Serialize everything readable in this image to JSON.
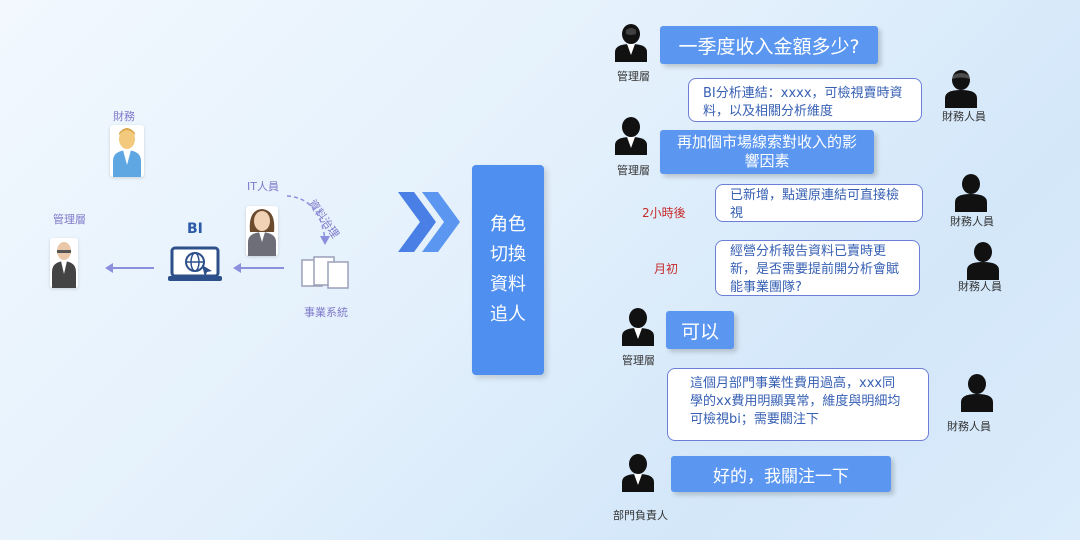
{
  "left": {
    "finance_label": "財務",
    "mgmt_label": "管理層",
    "it_label": "IT人員",
    "bi_label": "BI",
    "biz_system_label": "事業系統",
    "data_process_label": "資料治理"
  },
  "role_box": {
    "lines": [
      "角色",
      "切換",
      "資料",
      "追人"
    ]
  },
  "chat": {
    "q1": {
      "speaker": "管理層",
      "text": "一季度收入金額多少?"
    },
    "a1": {
      "speaker": "財務人員",
      "text": "BI分析連結：xxxx，可檢視賣時資料，以及相關分析維度"
    },
    "q2": {
      "speaker": "管理層",
      "text": "再加個市場線索對收入的影響因素"
    },
    "a2": {
      "speaker": "財務人員",
      "time": "2小時後",
      "text": "已新增，點選原連結可直接檢視"
    },
    "a3": {
      "speaker": "財務人員",
      "time": "月初",
      "text": "經營分析報告資料已賣時更新，是否需要提前開分析會賦能事業團隊?"
    },
    "q3": {
      "speaker": "管理層",
      "text": "可以"
    },
    "a4": {
      "speaker": "財務人員",
      "text": "這個月部門事業性費用過高，xxx同學的xx費用明顯異常，維度與明細均可檢視bi；需要關注下"
    },
    "q4": {
      "speaker": "部門負責人",
      "text": "好的，我關注一下"
    }
  },
  "colors": {
    "accent": "#5b97f0",
    "arrow": "#8b8fdc",
    "time": "#c62b2b"
  }
}
